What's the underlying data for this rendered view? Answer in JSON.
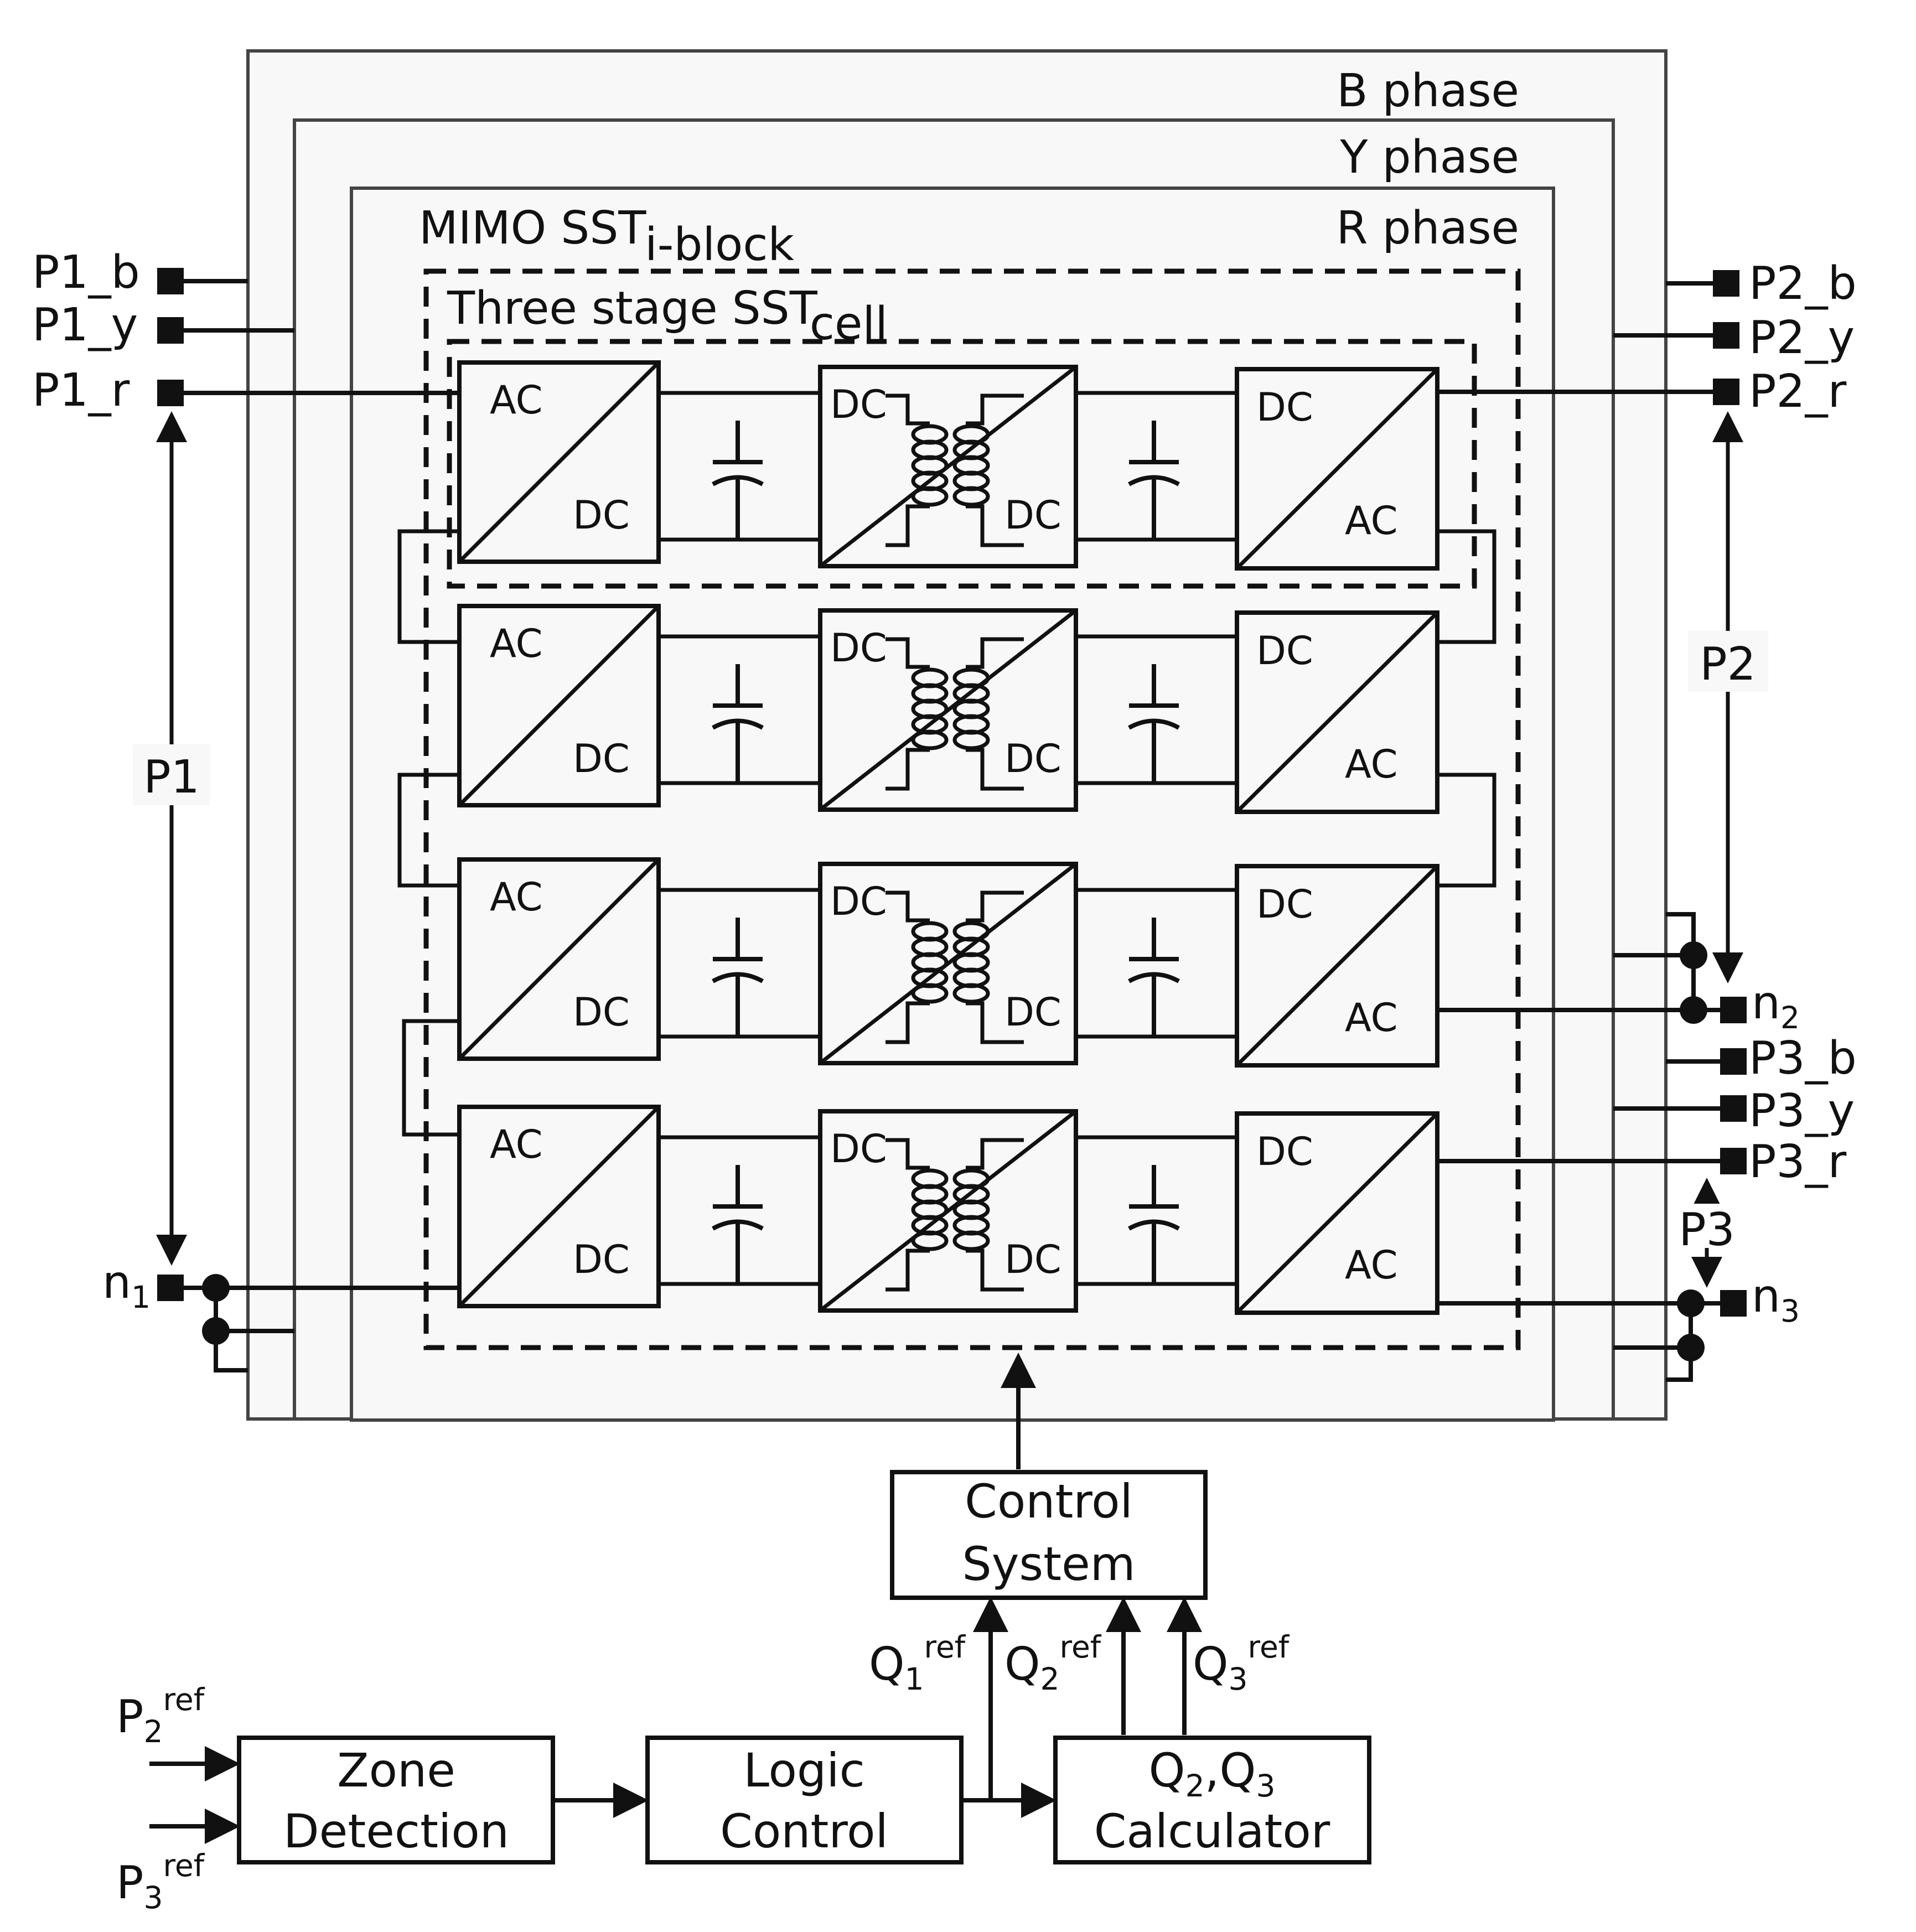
{
  "phases": {
    "b": "B phase",
    "y": "Y phase",
    "r": "R phase"
  },
  "mimo": {
    "main": "MIMO SST",
    "sub": "i-block"
  },
  "cell": {
    "main": "Three stage SST",
    "sub": "cell"
  },
  "converter": {
    "ac": "AC",
    "dc": "DC"
  },
  "ports": {
    "p1_b": "P1_b",
    "p1_y": "P1_y",
    "p1_r": "P1_r",
    "p2_b": "P2_b",
    "p2_y": "P2_y",
    "p2_r": "P2_r",
    "p3_b": "P3_b",
    "p3_y": "P3_y",
    "p3_r": "P3_r",
    "n1_main": "n",
    "n1_sub": "1",
    "n2_main": "n",
    "n2_sub": "2",
    "n3_main": "n",
    "n3_sub": "3"
  },
  "arrows": {
    "p1": "P1",
    "p2": "P2",
    "p3": "P3"
  },
  "blocks": {
    "control_line1": "Control",
    "control_line2": "System",
    "zone_line1": "Zone",
    "zone_line2": "Detection",
    "logic_line1": "Logic",
    "logic_line2": "Control",
    "calc_line1_a": "Q",
    "calc_line1_sub_a": "2",
    "calc_line1_mid": ",Q",
    "calc_line1_sub_b": "3",
    "calc_line2": "Calculator"
  },
  "signals": {
    "q1_main": "Q",
    "q1_sub": "1",
    "q1_sup": "ref",
    "q2_main": "Q",
    "q2_sub": "2",
    "q2_sup": "ref",
    "q3_main": "Q",
    "q3_sub": "3",
    "q3_sup": "ref",
    "p2ref_main": "P",
    "p2ref_sub": "2",
    "p2ref_sup": "ref",
    "p3ref_main": "P",
    "p3ref_sub": "3",
    "p3ref_sup": "ref"
  },
  "colors": {
    "panel": "#f8f8f8",
    "stroke": "#111111",
    "background": "#ffffff"
  }
}
